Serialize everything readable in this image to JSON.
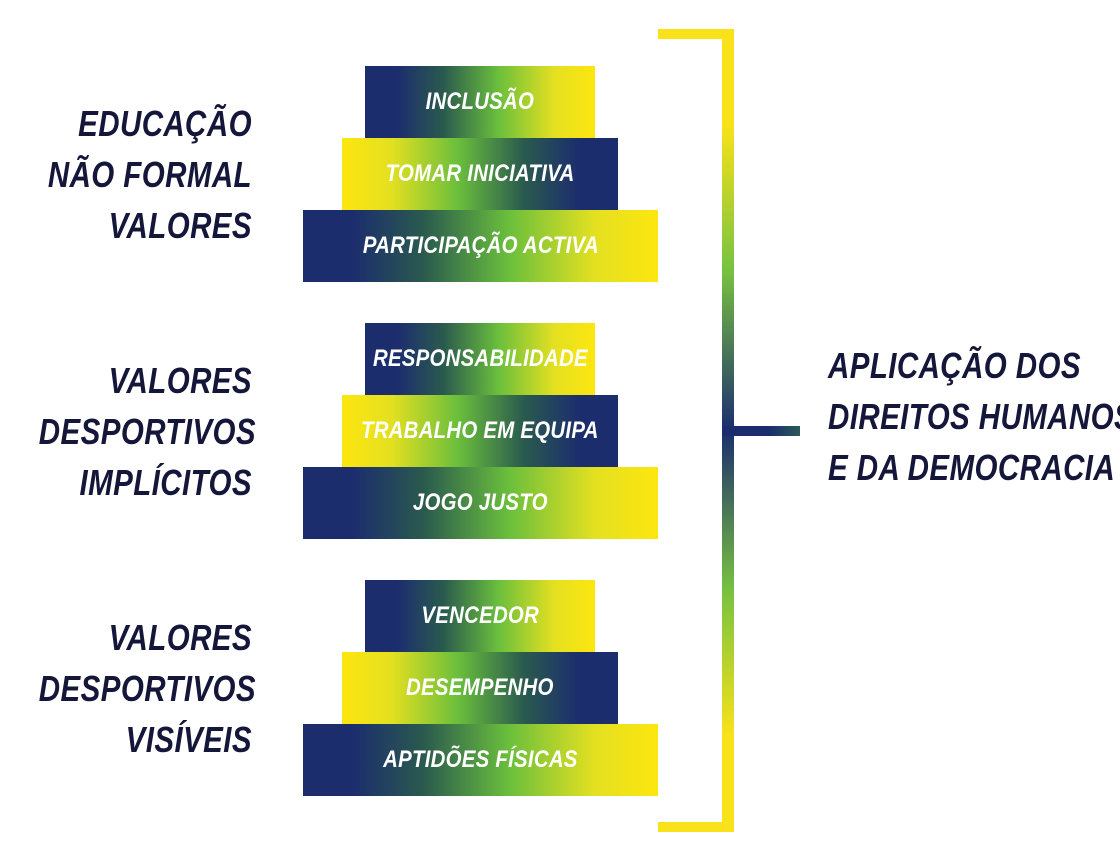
{
  "groups": [
    {
      "label_lines": [
        "EDUCAÇÃO",
        "NÃO FORMAL",
        "VALORES"
      ],
      "bars": [
        "INCLUSÃO",
        "TOMAR INICIATIVA",
        "PARTICIPAÇÃO ACTIVA"
      ]
    },
    {
      "label_lines": [
        "VALORES",
        "DESPORTIVOS",
        "IMPLÍCITOS"
      ],
      "bars": [
        "RESPONSABILIDADE",
        "TRABALHO EM EQUIPA",
        "JOGO JUSTO"
      ]
    },
    {
      "label_lines": [
        "VALORES",
        "DESPORTIVOS",
        "VISÍVEIS"
      ],
      "bars": [
        "VENCEDOR",
        "DESEMPENHO",
        "APTIDÕES FÍSICAS"
      ]
    }
  ],
  "result": {
    "lines": [
      "APLICAÇÃO DOS",
      "DIREITOS HUMANOS",
      "E DA DEMOCRACIA"
    ]
  },
  "colors": {
    "navy": "#1c2d6e",
    "green": "#6abf3c",
    "yellow": "#fde60f",
    "text_dark": "#14163a"
  }
}
